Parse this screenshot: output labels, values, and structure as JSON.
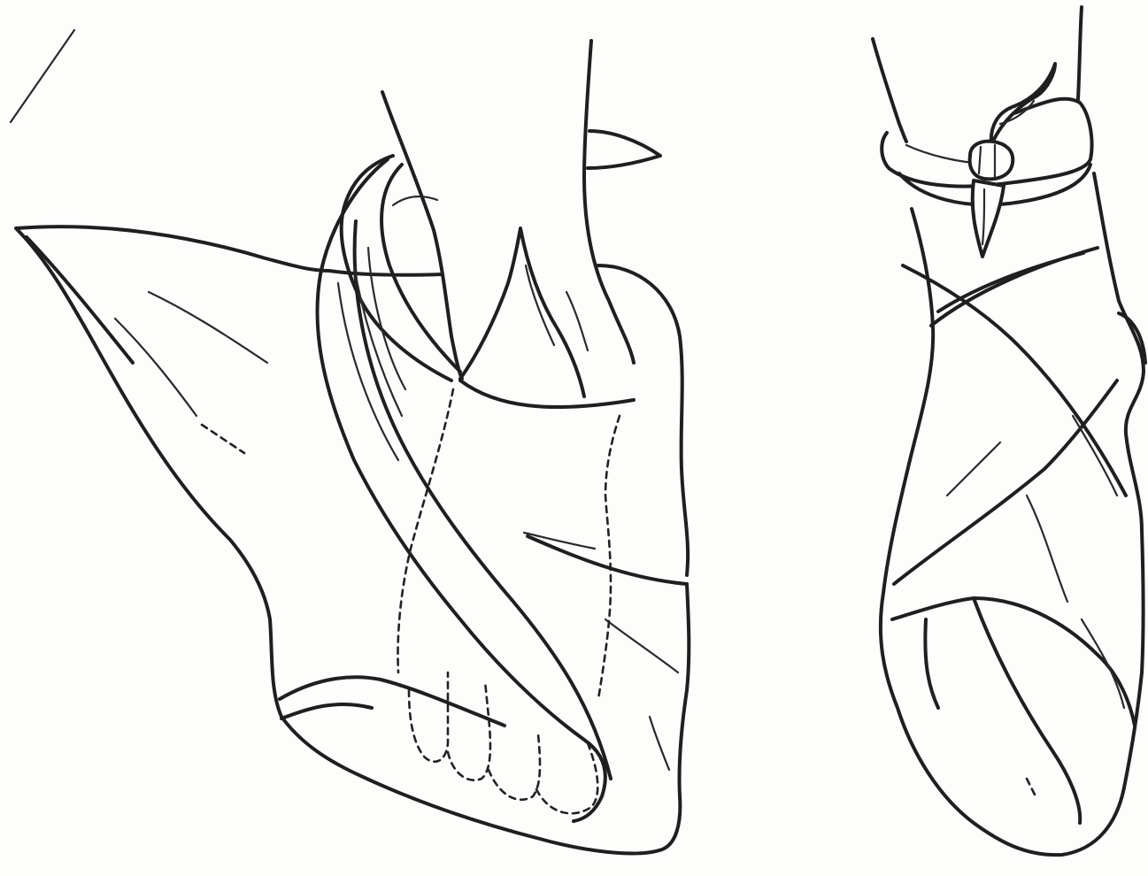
{
  "figure": {
    "panels": [
      {
        "id": "left",
        "subject": "foot-with-triangular-bandage-wrapping"
      },
      {
        "id": "right",
        "subject": "foot-with-completed-bandage-and-knot"
      }
    ],
    "colors": {
      "ink": "#1f1f1f",
      "paper": "#fdfdfb"
    }
  }
}
